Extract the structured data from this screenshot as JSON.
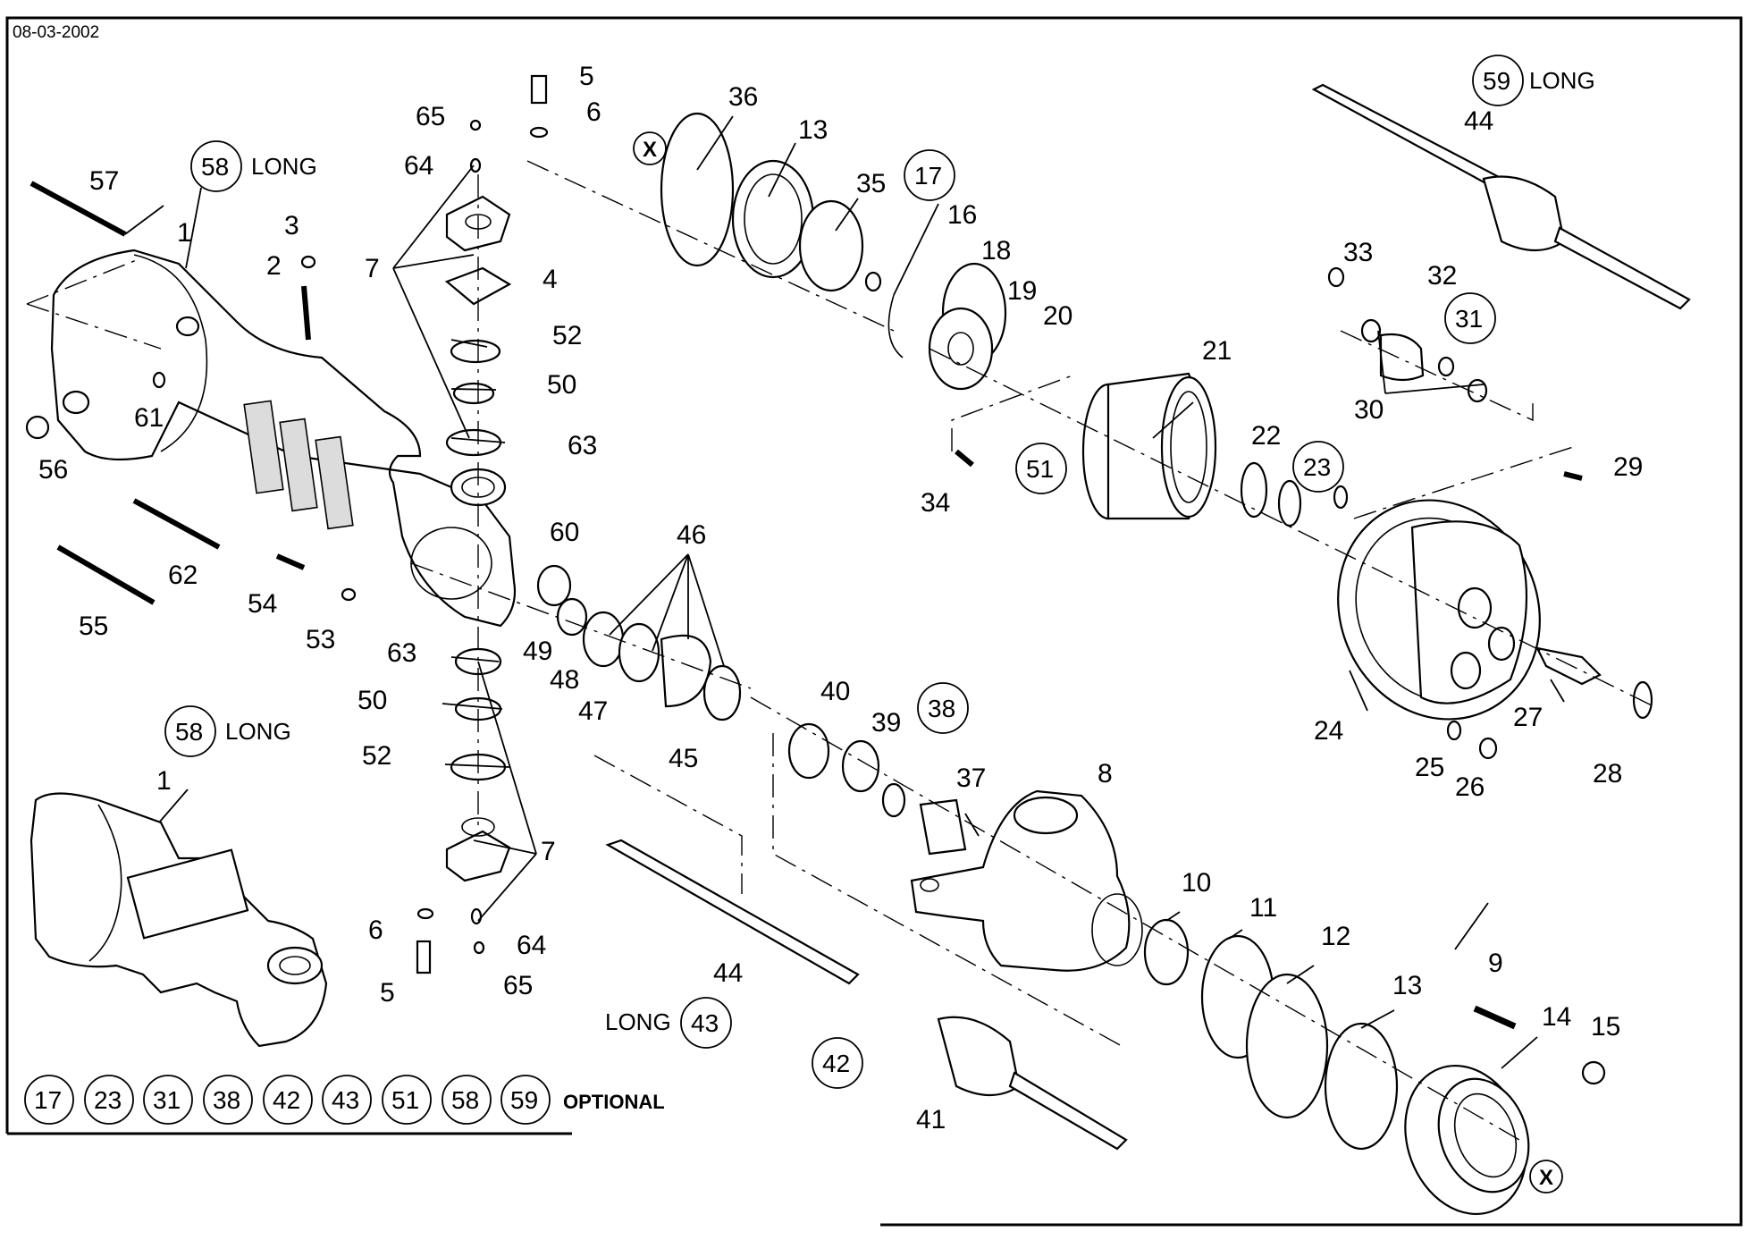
{
  "header": {
    "date": "08-03-2002"
  },
  "legend": {
    "optional_items": [
      "17",
      "23",
      "31",
      "38",
      "42",
      "43",
      "51",
      "58",
      "59"
    ],
    "optional_label": "OPTIONAL"
  },
  "labels": {
    "long": "LONG",
    "x_mark": "X"
  },
  "callouts": [
    {
      "id": "c1a",
      "text": "1"
    },
    {
      "id": "c1b",
      "text": "1"
    },
    {
      "id": "c2",
      "text": "2"
    },
    {
      "id": "c3",
      "text": "3"
    },
    {
      "id": "c4",
      "text": "4"
    },
    {
      "id": "c5a",
      "text": "5"
    },
    {
      "id": "c5b",
      "text": "5"
    },
    {
      "id": "c6a",
      "text": "6"
    },
    {
      "id": "c6b",
      "text": "6"
    },
    {
      "id": "c7a",
      "text": "7"
    },
    {
      "id": "c7b",
      "text": "7"
    },
    {
      "id": "c8",
      "text": "8"
    },
    {
      "id": "c9",
      "text": "9"
    },
    {
      "id": "c10",
      "text": "10"
    },
    {
      "id": "c11",
      "text": "11"
    },
    {
      "id": "c12",
      "text": "12"
    },
    {
      "id": "c13a",
      "text": "13"
    },
    {
      "id": "c13b",
      "text": "13"
    },
    {
      "id": "c14",
      "text": "14"
    },
    {
      "id": "c15",
      "text": "15"
    },
    {
      "id": "c16",
      "text": "16"
    },
    {
      "id": "c17",
      "text": "17"
    },
    {
      "id": "c18",
      "text": "18"
    },
    {
      "id": "c19",
      "text": "19"
    },
    {
      "id": "c20",
      "text": "20"
    },
    {
      "id": "c21",
      "text": "21"
    },
    {
      "id": "c22",
      "text": "22"
    },
    {
      "id": "c23",
      "text": "23"
    },
    {
      "id": "c24",
      "text": "24"
    },
    {
      "id": "c25",
      "text": "25"
    },
    {
      "id": "c26",
      "text": "26"
    },
    {
      "id": "c27",
      "text": "27"
    },
    {
      "id": "c28",
      "text": "28"
    },
    {
      "id": "c29",
      "text": "29"
    },
    {
      "id": "c30",
      "text": "30"
    },
    {
      "id": "c31",
      "text": "31"
    },
    {
      "id": "c32",
      "text": "32"
    },
    {
      "id": "c33",
      "text": "33"
    },
    {
      "id": "c34",
      "text": "34"
    },
    {
      "id": "c35",
      "text": "35"
    },
    {
      "id": "c36",
      "text": "36"
    },
    {
      "id": "c37",
      "text": "37"
    },
    {
      "id": "c38",
      "text": "38"
    },
    {
      "id": "c39",
      "text": "39"
    },
    {
      "id": "c40",
      "text": "40"
    },
    {
      "id": "c41",
      "text": "41"
    },
    {
      "id": "c42",
      "text": "42"
    },
    {
      "id": "c43",
      "text": "43"
    },
    {
      "id": "c44a",
      "text": "44"
    },
    {
      "id": "c44b",
      "text": "44"
    },
    {
      "id": "c45",
      "text": "45"
    },
    {
      "id": "c46",
      "text": "46"
    },
    {
      "id": "c47",
      "text": "47"
    },
    {
      "id": "c48",
      "text": "48"
    },
    {
      "id": "c49",
      "text": "49"
    },
    {
      "id": "c50a",
      "text": "50"
    },
    {
      "id": "c50b",
      "text": "50"
    },
    {
      "id": "c51",
      "text": "51"
    },
    {
      "id": "c52a",
      "text": "52"
    },
    {
      "id": "c52b",
      "text": "52"
    },
    {
      "id": "c53",
      "text": "53"
    },
    {
      "id": "c54",
      "text": "54"
    },
    {
      "id": "c55",
      "text": "55"
    },
    {
      "id": "c56",
      "text": "56"
    },
    {
      "id": "c57",
      "text": "57"
    },
    {
      "id": "c58a",
      "text": "58"
    },
    {
      "id": "c58b",
      "text": "58"
    },
    {
      "id": "c59",
      "text": "59"
    },
    {
      "id": "c60",
      "text": "60"
    },
    {
      "id": "c61",
      "text": "61"
    },
    {
      "id": "c62",
      "text": "62"
    },
    {
      "id": "c63a",
      "text": "63"
    },
    {
      "id": "c63b",
      "text": "63"
    },
    {
      "id": "c64a",
      "text": "64"
    },
    {
      "id": "c64b",
      "text": "64"
    },
    {
      "id": "c65a",
      "text": "65"
    },
    {
      "id": "c65b",
      "text": "65"
    }
  ]
}
